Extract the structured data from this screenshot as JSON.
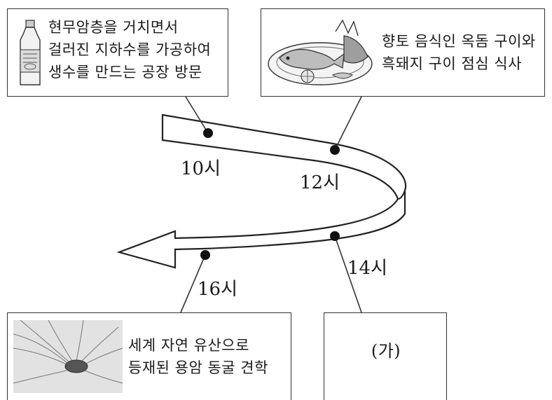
{
  "stops": {
    "morning": {
      "lines": [
        "현무암층을 거치면서",
        "걸러진 지하수를 가공하여",
        "생수를 만드는 공장 방문"
      ],
      "icon": "water-bottle-icon"
    },
    "noon": {
      "lines": [
        "향토 음식인 옥돔 구이와",
        "흑돼지 구이 점심 식사"
      ],
      "icon": "grilled-fish-plate-icon"
    },
    "afternoon": {
      "lines": [
        "(가)"
      ]
    },
    "late": {
      "lines": [
        "세계 자연 유산으로",
        "등재된 용암 동굴 견학"
      ],
      "icon": "lava-cave-icon"
    }
  },
  "times": {
    "t10": "10시",
    "t12": "12시",
    "t14": "14시",
    "t16": "16시"
  }
}
